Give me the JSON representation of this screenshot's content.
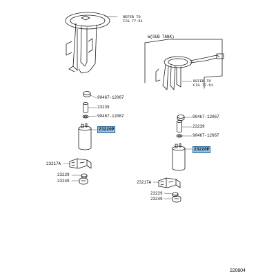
{
  "colors": {
    "line": "#1a1a1a",
    "highlight_fill": "#8fc4ee",
    "highlight_border": "#2b5f8e"
  },
  "left_group": {
    "refer_line1": "REFER TO",
    "refer_line2": "FIG 77-51",
    "parts": {
      "seal_top": "90467-12067",
      "filter": "23239",
      "seal_bottom": "90467-12067",
      "pump": "23220P",
      "bracket": "23217A",
      "cushion": "23229",
      "clip": "23249"
    }
  },
  "right_group": {
    "title": "W(SUB TANK)",
    "refer_line1": "REFER TO",
    "refer_line2": "FIG 77-51",
    "parts": {
      "seal_top": "90467-12067",
      "filter": "23239",
      "seal_bottom": "90467-12067",
      "pump": "23220P",
      "bracket": "23217A",
      "cushion": "23229",
      "clip": "23249"
    }
  },
  "doc_number": "220804"
}
